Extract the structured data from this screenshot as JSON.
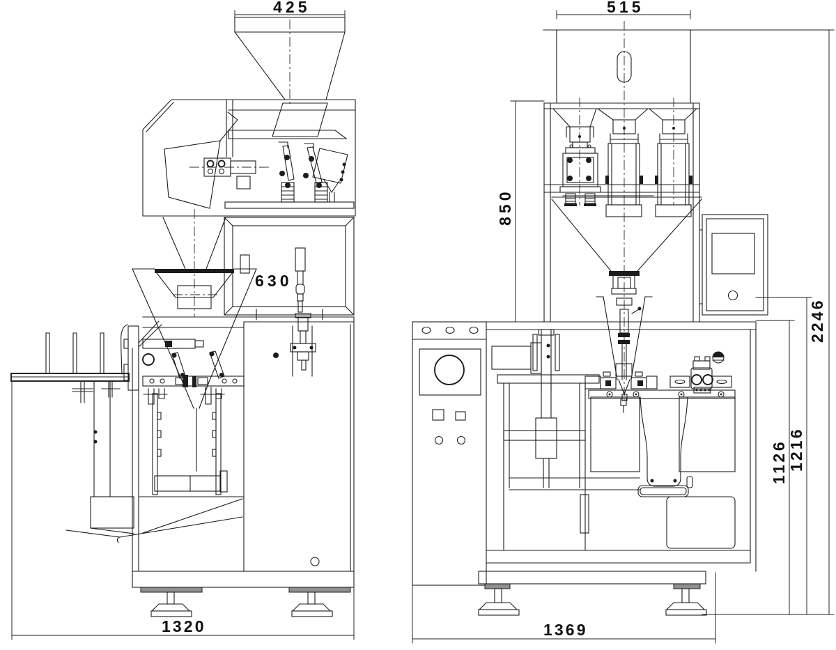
{
  "drawing": {
    "description": "Two-view dimensional engineering drawing of a pouch packaging machine with linear weighers",
    "style": {
      "line_color": "#1c1c1c",
      "background": "#ffffff",
      "shadow_fill": "#8f8f8f"
    }
  },
  "dimensions": {
    "side_view": {
      "hopper_width": "425",
      "cabinet_depth": "630",
      "base_depth": "1320"
    },
    "front_view": {
      "frame_width": "515",
      "weigher_height": "850",
      "table_height": "1126",
      "panel_height": "1216",
      "overall_height": "2246",
      "base_width": "1369"
    }
  }
}
